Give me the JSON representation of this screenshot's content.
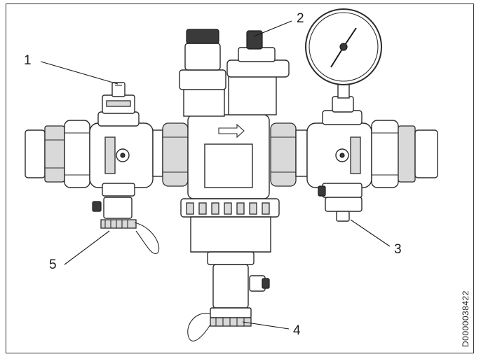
{
  "figure": {
    "callouts": [
      {
        "number": "1",
        "target": "vent-valve"
      },
      {
        "number": "2",
        "target": "pressure-relief-valve"
      },
      {
        "number": "3",
        "target": "drain-tap-right"
      },
      {
        "number": "4",
        "target": "drain-tap-bottom"
      },
      {
        "number": "5",
        "target": "drain-tap-left"
      }
    ],
    "document_id": "D0000038422"
  }
}
